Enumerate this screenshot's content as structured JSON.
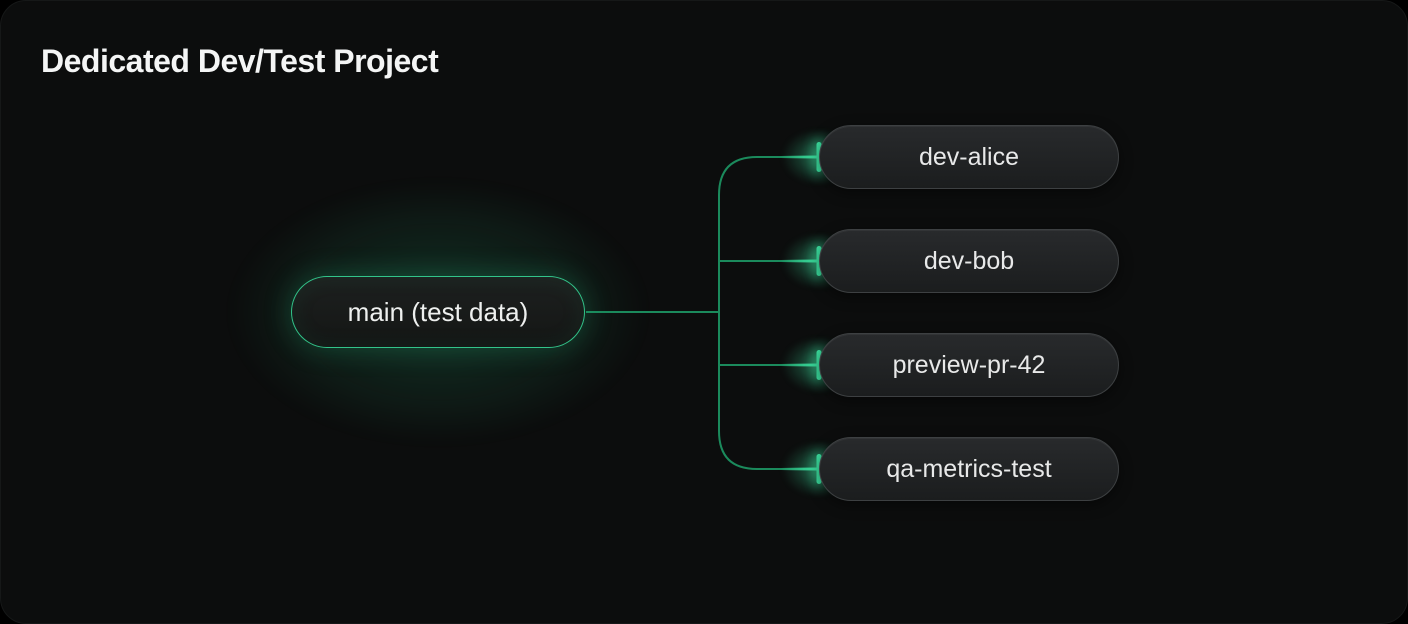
{
  "title": "Dedicated Dev/Test Project",
  "diagram": {
    "root": {
      "label": "main (test data)"
    },
    "branches": [
      {
        "label": "dev-alice"
      },
      {
        "label": "dev-bob"
      },
      {
        "label": "preview-pr-42"
      },
      {
        "label": "qa-metrics-test"
      }
    ]
  },
  "colors": {
    "card_background": "#0c0d0d",
    "connector_line": "#1b8a5c",
    "connector_highlight": "#3ce0a0",
    "root_node_border": "#34cd90",
    "root_node_glow": "#28be82",
    "branch_node_border": "#3d4042",
    "branch_node_fill": "#232527",
    "node_text": "#e8e9e9",
    "title_text": "#f4f5f5"
  }
}
